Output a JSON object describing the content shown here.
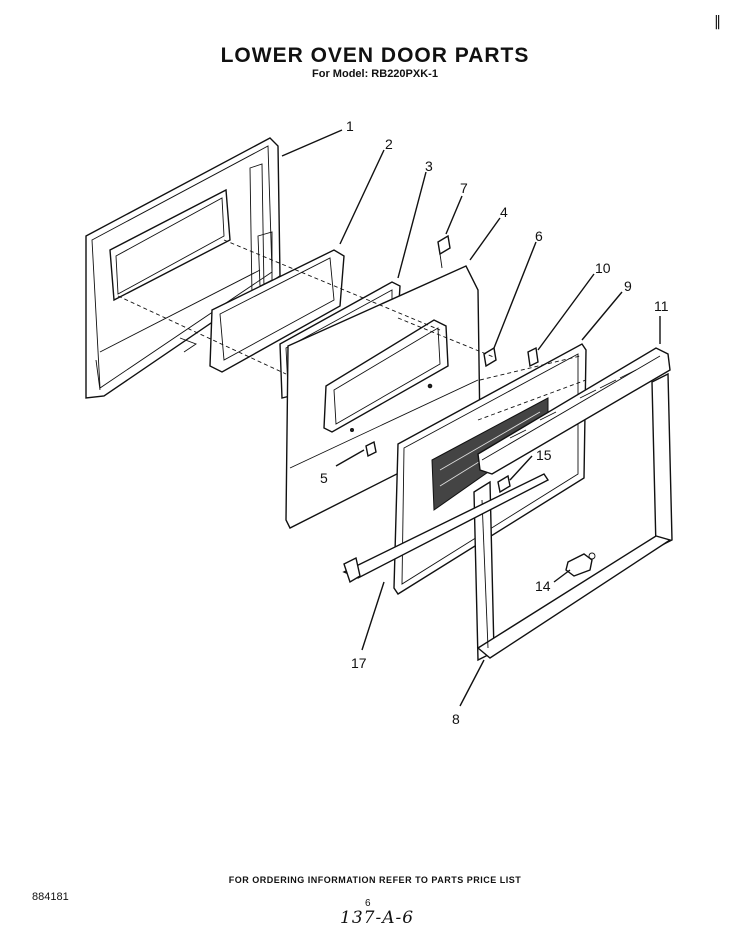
{
  "header": {
    "title": "LOWER OVEN DOOR PARTS",
    "model_line": "For Model: RB220PXK-1",
    "corner_mark": "‖"
  },
  "callouts": [
    "1",
    "2",
    "3",
    "7",
    "4",
    "6",
    "10",
    "9",
    "11",
    "5",
    "15",
    "14",
    "17",
    "8"
  ],
  "footer": {
    "ordering_info": "FOR ORDERING INFORMATION REFER TO PARTS PRICE LIST",
    "doc_number": "884181",
    "page_number": "6",
    "handwritten_note": "137-A-6"
  }
}
